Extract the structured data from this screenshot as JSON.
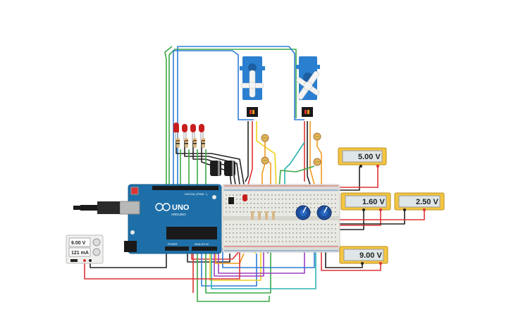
{
  "arduino": {
    "brand": "ARDUINO",
    "model": "UNO",
    "pin_header_top": "DIGITAL (PWM ~)",
    "pin_header_bottom": "ANALOG IN",
    "power_header": "POWER",
    "board_color": "#1e6fa8"
  },
  "power_supply": {
    "voltage": "9.00 V",
    "current": "121 mA"
  },
  "multimeters": [
    {
      "reading": "5.00 V"
    },
    {
      "reading": "1.60 V"
    },
    {
      "reading": "2.50 V"
    },
    {
      "reading": "9.00 V"
    }
  ],
  "colors": {
    "meter_body": "#f4c542",
    "wire_red": "#d33",
    "wire_black": "#222",
    "wire_green": "#3aa845",
    "wire_blue": "#2f7cd6",
    "wire_orange": "#f29a1c",
    "wire_yellow": "#f0d21a",
    "wire_purple": "#9b3dbf",
    "wire_teal": "#2bb3b3",
    "servo_blue": "#2a7fd0",
    "breadboard": "#e9e9e4"
  },
  "components": {
    "leds": [
      "red-led",
      "red-led",
      "red-led",
      "red-led"
    ],
    "servos": [
      "servo-motor",
      "servo-motor"
    ],
    "potentiometers": [
      "potentiometer",
      "potentiometer"
    ],
    "photoresistors": [
      "photoresistor",
      "photoresistor",
      "photoresistor",
      "photoresistor"
    ],
    "capacitors": [
      "electrolytic-capacitor",
      "electrolytic-capacitor"
    ]
  }
}
